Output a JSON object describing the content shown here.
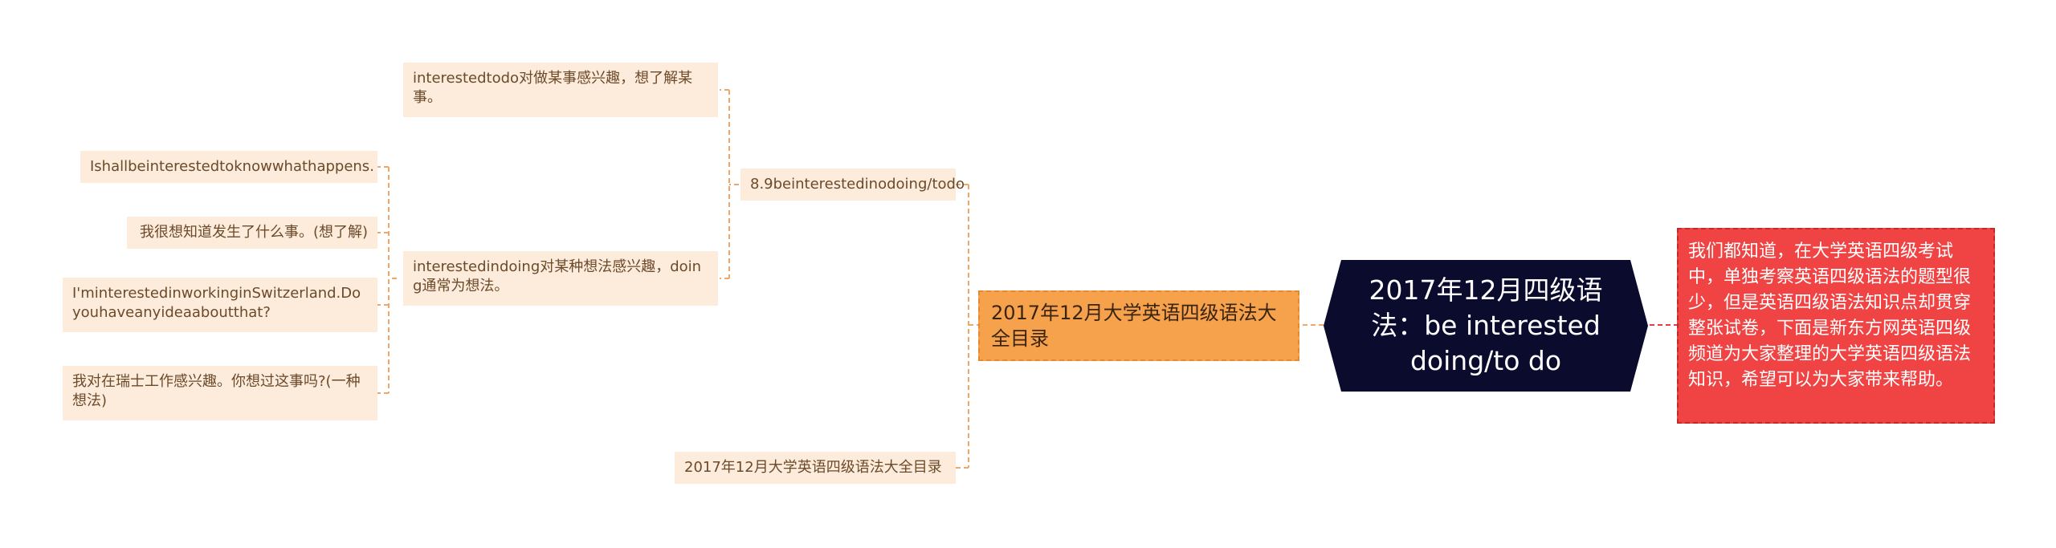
{
  "root": {
    "text": "2017年12月四级语法：be interested doing/to do"
  },
  "note": {
    "text": "我们都知道，在大学英语四级考试中，单独考察英语四级语法的题型很少，但是英语四级语法知识点却贯穿整张试卷，下面是新东方网英语四级频道为大家整理的大学英语四级语法知识，希望可以为大家带来帮助。"
  },
  "main": {
    "text": "2017年12月大学英语四级语法大全目录"
  },
  "branch_a": {
    "text": "8.9beinterestedinodoing/todo",
    "children": {
      "todo": {
        "text": "interestedtodo对做某事感兴趣，想了解某事。"
      },
      "indoing": {
        "text": "interestedindoing对某种想法感兴趣，doing通常为想法。"
      }
    }
  },
  "examples": [
    {
      "text": "Ishallbeinterestedtoknowwhathappens."
    },
    {
      "text": "我很想知道发生了什么事。(想了解)"
    },
    {
      "text": "I'minterestedinworkinginSwitzerland.Doyouhaveanyideaaboutthat?"
    },
    {
      "text": "我对在瑞士工作感兴趣。你想过这事吗?(一种想法)"
    }
  ],
  "branch_b": {
    "text": "2017年12月大学英语四级语法大全目录"
  },
  "colors": {
    "root_bg": "#0b0b2e",
    "note_bg": "#f04444",
    "main_bg": "#f6a24c",
    "leaf_bg": "#fdebdc",
    "wire_orange": "#f0a868",
    "wire_red": "#e04040"
  }
}
